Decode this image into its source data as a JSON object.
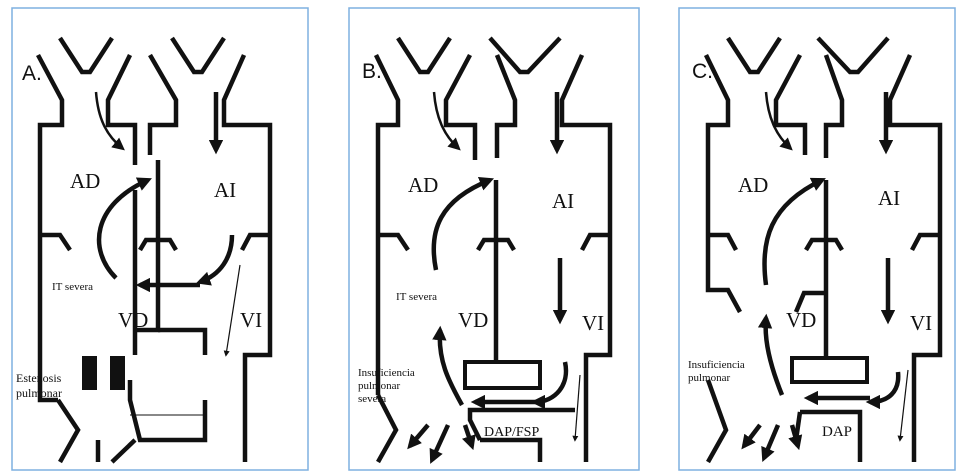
{
  "panels": [
    {
      "letter": "A.",
      "chambers": {
        "ra": "AD",
        "la": "AI",
        "rv": "VD",
        "lv": "VI"
      },
      "notes": {
        "tr": "IT severa",
        "pulm": "Estenosis pulmonar"
      }
    },
    {
      "letter": "B.",
      "chambers": {
        "ra": "AD",
        "la": "AI",
        "rv": "VD",
        "lv": "VI"
      },
      "notes": {
        "tr": "IT severa",
        "pulm": "Insuficiencia pulmonar severa",
        "shunt": "DAP/FSP"
      }
    },
    {
      "letter": "C.",
      "chambers": {
        "ra": "AD",
        "la": "AI",
        "rv": "VD",
        "lv": "VI"
      },
      "notes": {
        "pulm": "Insuficiencia pulmonar",
        "shunt": "DAP"
      }
    }
  ],
  "colors": {
    "frame": "#7fb0e0",
    "ink": "#111111"
  }
}
